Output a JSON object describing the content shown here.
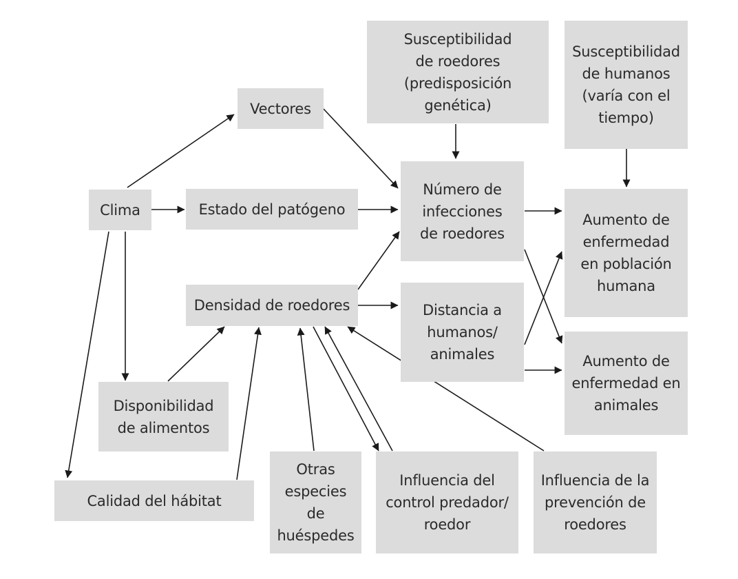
{
  "nodes": {
    "clima": "Clima",
    "vectores": "Vectores",
    "estado": "Estado del patógeno",
    "densidad": "Densidad de roedores",
    "disponibilidad": "Disponibilidad\nde alimentos",
    "calidad": "Calidad del hábitat",
    "susc_roedores": "Susceptibilidad\nde roedores\n(predisposición\ngenética)",
    "susc_humanos": "Susceptibilidad\nde humanos\n(varía con el\ntiempo)",
    "numero": "Número de\ninfecciones\nde roedores",
    "distancia": "Distancia a\nhumanos/\nanimales",
    "aumento_humana": "Aumento de\nenfermedad\nen población\nhumana",
    "aumento_animales": "Aumento de\nenfermedad en\nanimales",
    "otras": "Otras\nespecies de\nhuéspedes",
    "influencia_predador": "Influencia del\ncontrol predador/\nroedor",
    "influencia_prevencion": "Influencia de la\nprevención de\nroedores"
  },
  "colors": {
    "box_fill": "#dcdcdc",
    "text": "#2a2a2a",
    "arrow": "#1a1a1a"
  }
}
